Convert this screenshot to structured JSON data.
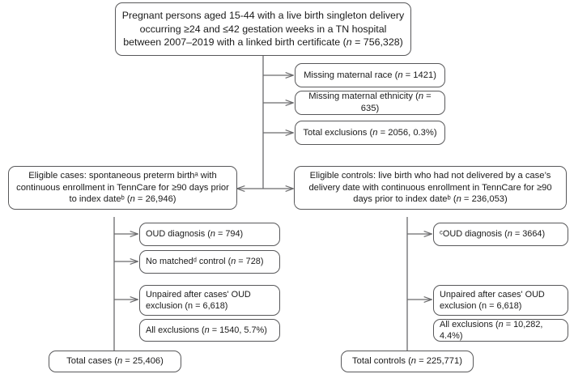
{
  "figure": {
    "type": "flowchart",
    "title": "Study population flow diagram",
    "stroke_color": "#58585a",
    "text_color": "#1a1a1a",
    "background": "#ffffff"
  },
  "nodes": {
    "cohort": {
      "label": "Pregnant persons aged 15-44 with a live birth singleton delivery occurring ≥24 and ≤42 gestation weeks in a TN hospital between 2007–2019 with a linked birth certificate (n = 756,328)",
      "n": 756328
    },
    "excl_race": {
      "label": "Missing maternal race (n = 1421)",
      "n": 1421
    },
    "excl_ethnicity": {
      "label": "Missing maternal ethnicity (n = 635)",
      "n": 635
    },
    "excl_total_top": {
      "label": "Total exclusions (n = 2056, 0.3%)",
      "n": 2056,
      "percent": "0.3%"
    },
    "eligible_cases": {
      "label": "Eligible cases: spontaneous preterm birthᵃ with continuous enrollment in TennCare for ≥90 days prior to index dateᵇ (n = 26,946)",
      "n": 26946
    },
    "eligible_controls": {
      "label": "Eligible controls: live birth who had not delivered by a case’s delivery date with continuous enrollment in TennCare for ≥90 days prior to index dateᵇ (n = 236,053)",
      "n": 236053
    },
    "cases_oud": {
      "label": "OUD diagnosis (n = 794)",
      "n": 794
    },
    "cases_nomatch": {
      "label": "No matchedᵈ control (n = 728)",
      "n": 728
    },
    "cases_unpaired": {
      "label": "Unpaired after cases' OUD exclusion (n = 6,618)",
      "n": 6618
    },
    "cases_allexcl": {
      "label": "All exclusions (n = 1540, 5.7%)",
      "n": 1540,
      "percent": "5.7%"
    },
    "controls_oud": {
      "label": "ᶜOUD diagnosis (n = 3664)",
      "n": 3664
    },
    "controls_unpaired": {
      "label": "Unpaired after cases' OUD exclusion (n = 6,618)",
      "n": 6618
    },
    "controls_allexcl": {
      "label": "All exclusions (n = 10,282, 4.4%)",
      "n": 10282,
      "percent": "4.4%"
    },
    "total_cases": {
      "label": "Total cases (n = 25,406)",
      "n": 25406
    },
    "total_controls": {
      "label": "Total controls  (n = 225,771)",
      "n": 225771
    }
  }
}
